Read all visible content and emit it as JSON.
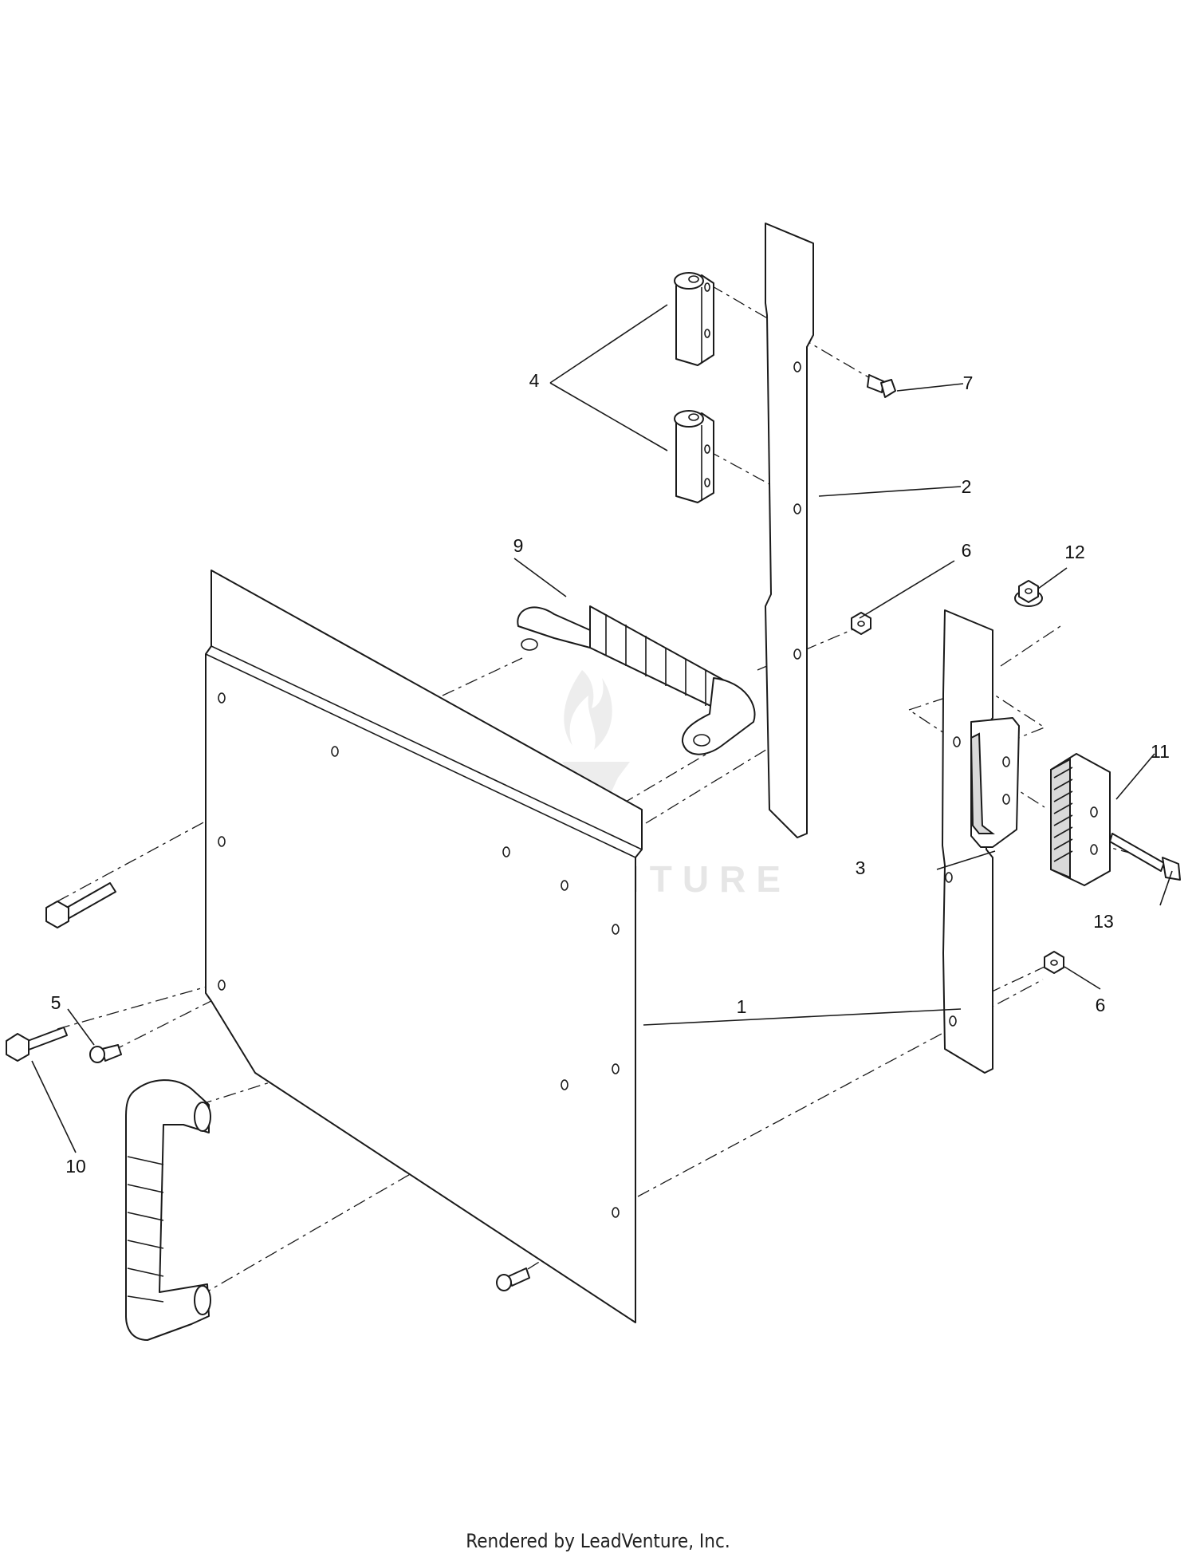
{
  "diagram": {
    "callouts": [
      {
        "id": "1",
        "label": "1"
      },
      {
        "id": "2",
        "label": "2"
      },
      {
        "id": "3",
        "label": "3"
      },
      {
        "id": "4",
        "label": "4"
      },
      {
        "id": "5",
        "label": "5"
      },
      {
        "id": "6a",
        "label": "6"
      },
      {
        "id": "6b",
        "label": "6"
      },
      {
        "id": "7",
        "label": "7"
      },
      {
        "id": "9",
        "label": "9"
      },
      {
        "id": "10",
        "label": "10"
      },
      {
        "id": "11",
        "label": "11"
      },
      {
        "id": "12",
        "label": "12"
      },
      {
        "id": "13",
        "label": "13"
      }
    ]
  },
  "watermark": {
    "brand": "LEADVENTURE"
  },
  "footer": {
    "text": "Rendered by LeadVenture, Inc."
  }
}
